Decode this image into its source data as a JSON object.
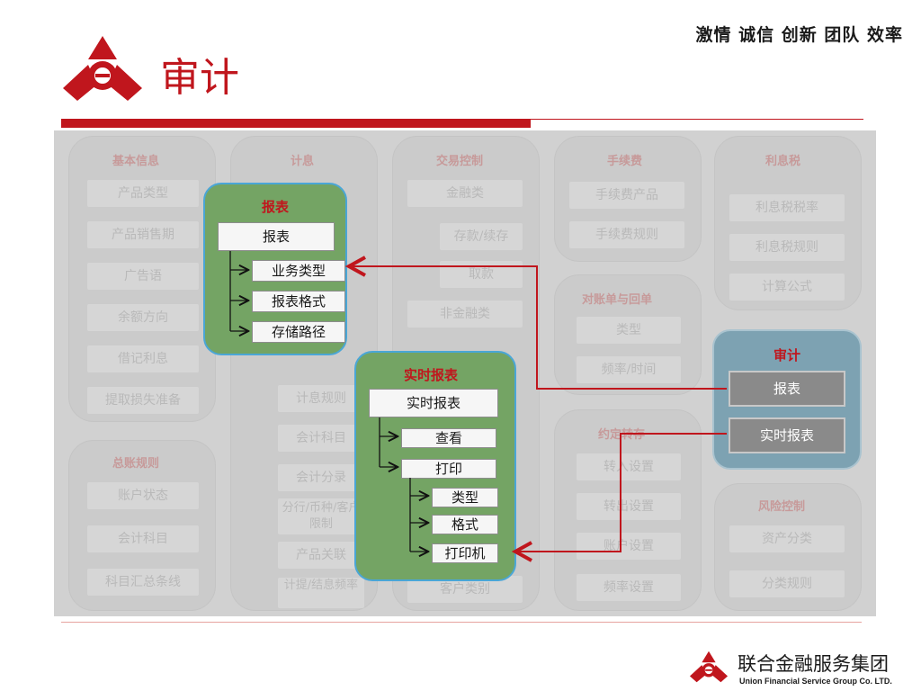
{
  "header": {
    "title": "审计",
    "slogan": "激情 诚信 创新 团队 效率"
  },
  "footer": {
    "company_cn": "联合金融服务集团",
    "company_en": "Union Financial Service Group Co. LTD."
  },
  "background_groups": [
    {
      "title": "基本信息",
      "items": [
        "产品类型",
        "产品销售期",
        "广告语",
        "余额方向",
        "借记利息",
        "提取损失准备"
      ]
    },
    {
      "title": "总账规则",
      "items": [
        "账户状态",
        "会计科目",
        "科目汇总条线"
      ]
    },
    {
      "title": "计息",
      "items": [
        "计息规则",
        "会计科目",
        "会计分录",
        "分行/币种/客户限制",
        "产品关联",
        "计提/结息频率"
      ]
    },
    {
      "title": "交易控制",
      "items": [
        "金融类",
        "存款/续存",
        "取款",
        "非金融类"
      ]
    },
    {
      "title": "手续费",
      "items": [
        "手续费产品",
        "手续费规则"
      ]
    },
    {
      "title": "对账单与回单",
      "items": [
        "类型",
        "频率/时间"
      ]
    },
    {
      "title": "利息税",
      "items": [
        "利息税税率",
        "利息税规则",
        "计算公式"
      ]
    },
    {
      "title": "风险控制",
      "items": [
        "资产分类",
        "分类规则"
      ]
    },
    {
      "title": "约定转存",
      "items": [
        "转入设置",
        "转出设置",
        "账户设置",
        "频率设置"
      ]
    },
    {
      "title": "",
      "items": [
        "客户类别"
      ]
    }
  ],
  "panels": {
    "report": {
      "title": "报表",
      "root": "报表",
      "children": [
        "业务类型",
        "报表格式",
        "存储路径"
      ]
    },
    "realtime": {
      "title": "实时报表",
      "root": "实时报表",
      "children": [
        "查看",
        "打印"
      ],
      "print_children": [
        "类型",
        "格式",
        "打印机"
      ]
    },
    "audit": {
      "title": "审计",
      "items": [
        "报表",
        "实时报表"
      ]
    }
  },
  "colors": {
    "brand_red": "#c0161d",
    "panel_green": "#74a464",
    "panel_blue": "#7da2b2",
    "panel_border": "#4aa6d6"
  }
}
